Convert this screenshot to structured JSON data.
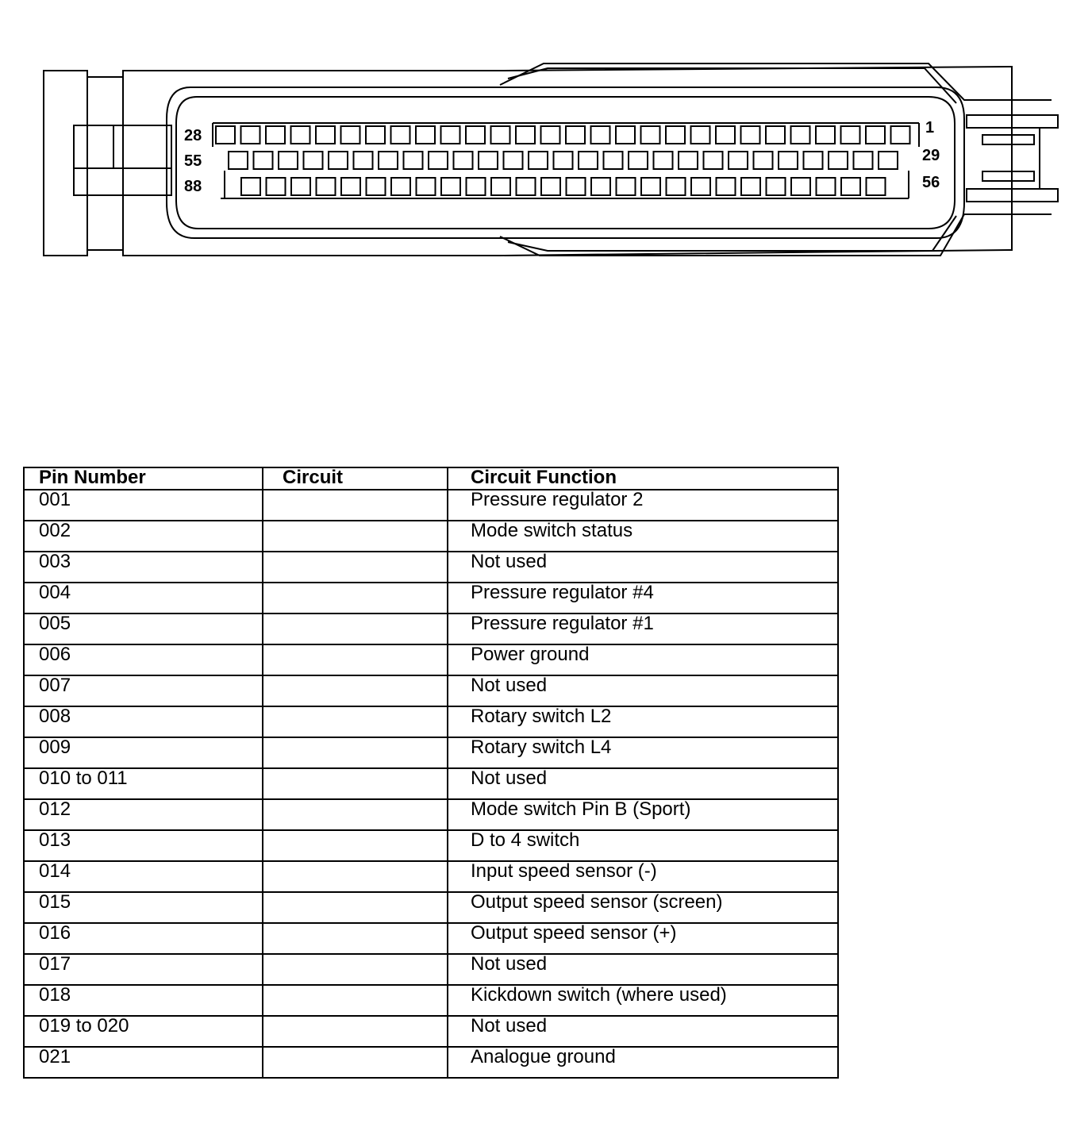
{
  "connector": {
    "row_labels_left": [
      "28",
      "55",
      "88"
    ],
    "row_labels_right": [
      "1",
      "29",
      "56"
    ]
  },
  "table": {
    "headers": [
      "Pin Number",
      "Circuit",
      "Circuit Function"
    ],
    "rows": [
      {
        "pin": "001",
        "circuit": "",
        "function": "Pressure regulator 2"
      },
      {
        "pin": "002",
        "circuit": "",
        "function": "Mode switch status"
      },
      {
        "pin": "003",
        "circuit": "",
        "function": "Not used"
      },
      {
        "pin": "004",
        "circuit": "",
        "function": "Pressure regulator #4"
      },
      {
        "pin": "005",
        "circuit": "",
        "function": "Pressure regulator #1"
      },
      {
        "pin": "006",
        "circuit": "",
        "function": "Power ground"
      },
      {
        "pin": "007",
        "circuit": "",
        "function": "Not used"
      },
      {
        "pin": "008",
        "circuit": "",
        "function": "Rotary switch L2"
      },
      {
        "pin": "009",
        "circuit": "",
        "function": "Rotary switch L4"
      },
      {
        "pin": "010 to 011",
        "circuit": "",
        "function": "Not used"
      },
      {
        "pin": "012",
        "circuit": "",
        "function": "Mode switch Pin B (Sport)"
      },
      {
        "pin": "013",
        "circuit": "",
        "function": "D to 4 switch"
      },
      {
        "pin": "014",
        "circuit": "",
        "function": "Input speed sensor (-)"
      },
      {
        "pin": "015",
        "circuit": "",
        "function": "Output speed sensor (screen)"
      },
      {
        "pin": "016",
        "circuit": "",
        "function": "Output speed sensor (+)"
      },
      {
        "pin": "017",
        "circuit": "",
        "function": "Not used"
      },
      {
        "pin": "018",
        "circuit": "",
        "function": "Kickdown switch (where used)"
      },
      {
        "pin": "019 to 020",
        "circuit": "",
        "function": "Not used"
      },
      {
        "pin": "021",
        "circuit": "",
        "function": "Analogue ground"
      }
    ]
  }
}
